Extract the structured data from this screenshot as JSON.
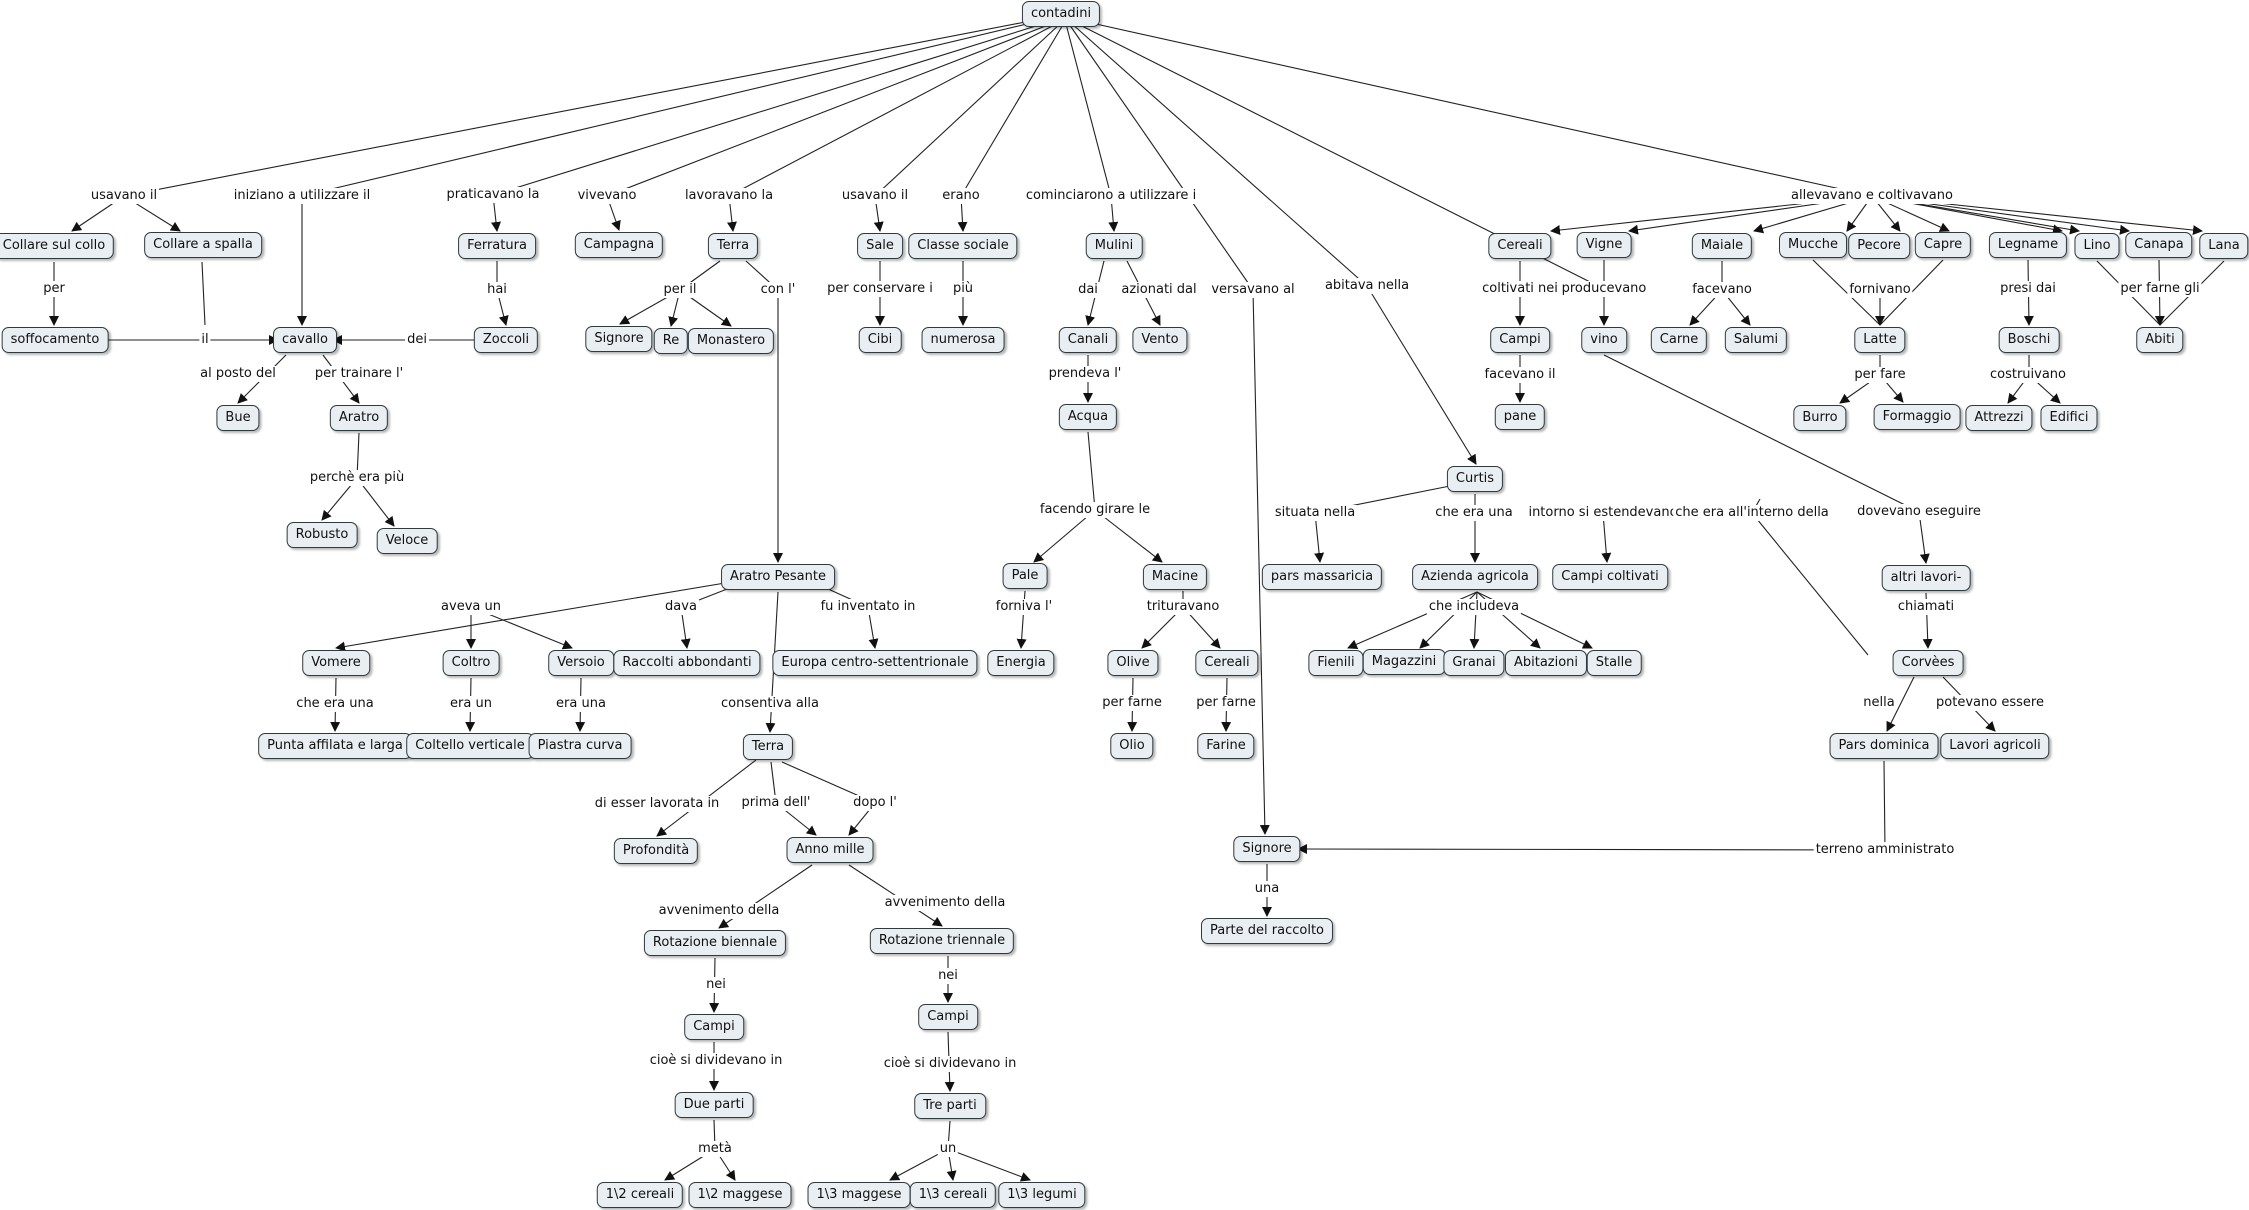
{
  "nodes": {
    "contadini": "contadini",
    "collare_collo": "Collare sul collo",
    "collare_spalla": "Collare a spalla",
    "soffocamento": "soffocamento",
    "cavallo": "cavallo",
    "bue": "Bue",
    "aratro": "Aratro",
    "robusto": "Robusto",
    "veloce": "Veloce",
    "ferratura": "Ferratura",
    "zoccoli": "Zoccoli",
    "campagna": "Campagna",
    "terra1": "Terra",
    "signore1": "Signore",
    "re": "Re",
    "monastero": "Monastero",
    "sale": "Sale",
    "cibi": "Cibi",
    "classe": "Classe sociale",
    "numerosa": "numerosa",
    "mulini": "Mulini",
    "canali": "Canali",
    "vento": "Vento",
    "acqua": "Acqua",
    "pale": "Pale",
    "energia": "Energia",
    "macine": "Macine",
    "olive": "Olive",
    "olio": "Olio",
    "cereali2": "Cereali",
    "farine": "Farine",
    "aratro_pesante": "Aratro Pesante",
    "vomere": "Vomere",
    "punta": "Punta affilata e larga",
    "coltro": "Coltro",
    "coltello": "Coltello verticale",
    "versoio": "Versoio",
    "piastra": "Piastra curva",
    "raccolti": "Raccolti abbondanti",
    "europa": "Europa centro-settentrionale",
    "terra2": "Terra",
    "profondita": "Profondità",
    "anno_mille": "Anno mille",
    "rot_biennale": "Rotazione biennale",
    "campi_b": "Campi",
    "due_parti": "Due parti",
    "cereali_12": "1\\2 cereali",
    "maggese_12": "1\\2 maggese",
    "rot_triennale": "Rotazione triennale",
    "campi_t": "Campi",
    "tre_parti": "Tre parti",
    "maggese_13": "1\\3 maggese",
    "cereali_13": "1\\3 cereali",
    "legumi_13": "1\\3 legumi",
    "signore2": "Signore",
    "parte_raccolto": "Parte del raccolto",
    "curtis": "Curtis",
    "pars_massaricia": "pars massaricia",
    "azienda": "Azienda agricola",
    "fienili": "Fienili",
    "magazzini": "Magazzini",
    "granai": "Granai",
    "abitazioni": "Abitazioni",
    "stalle": "Stalle",
    "campi_coltivati": "Campi coltivati",
    "altri_lavori": "altri lavori-",
    "corvees": "Corvèes",
    "pars_dominica": "Pars dominica",
    "lavori_agricoli": "Lavori agricoli",
    "cereali1": "Cereali",
    "campi1": "Campi",
    "pane": "pane",
    "vigne": "Vigne",
    "vino": "vino",
    "maiale": "Maiale",
    "carne": "Carne",
    "salumi": "Salumi",
    "mucche": "Mucche",
    "pecore": "Pecore",
    "capre": "Capre",
    "latte": "Latte",
    "burro": "Burro",
    "formaggio": "Formaggio",
    "legname": "Legname",
    "boschi": "Boschi",
    "attrezzi": "Attrezzi",
    "edifici": "Edifici",
    "lino": "Lino",
    "canapa": "Canapa",
    "lana": "Lana",
    "abiti": "Abiti"
  },
  "links": {
    "usavano_il_1": "usavano il",
    "per": "per",
    "il": "il",
    "iniziano": "iniziano a utilizzare il",
    "al_posto_del": "al posto del",
    "per_trainare": "per trainare l'",
    "perche": "perchè era più",
    "praticavano": "praticavano la",
    "hai": "hai",
    "dei": "dei",
    "vivevano": "vivevano",
    "lavoravano": "lavoravano la",
    "per_il": "per il",
    "con_l": "con l'",
    "usavano_il_2": "usavano il",
    "per_conservare": "per conservare i",
    "erano": "erano",
    "piu": "più",
    "cominciarono": "cominciarono a utilizzare i",
    "dai": "dai",
    "azionati": "azionati dal",
    "prendeva": "prendeva l'",
    "facendo": "facendo girare le",
    "forniva": "forniva l'",
    "trituravano": "trituravano",
    "per_farne_1": "per farne",
    "per_farne_2": "per farne",
    "aveva_un": "aveva un",
    "che_era_una_1": "che era una",
    "era_un": "era un",
    "era_una": "era una",
    "dava": "dava",
    "fu_inventato": "fu inventato in",
    "consentiva": "consentiva alla",
    "di_esser": "di esser lavorata in",
    "prima": "prima dell'",
    "dopo": "dopo l'",
    "avv_1": "avvenimento della",
    "avv_2": "avvenimento della",
    "nei_1": "nei",
    "nei_2": "nei",
    "cioe_1": "cioè si dividevano in",
    "cioe_2": "cioè si dividevano in",
    "meta": "metà",
    "un": "un",
    "versavano": "versavano al",
    "una": "una",
    "abitava": "abitava nella",
    "situata": "situata nella",
    "che_era_una_2": "che era una",
    "che_includeva": "che includeva",
    "intorno": "intorno si estendevano",
    "che_interno": "che era all'interno della",
    "dovevano": "dovevano eseguire",
    "chiamati": "chiamati",
    "nella": "nella",
    "potevano": "potevano essere",
    "terreno": "terreno amministrato",
    "allevavano": "allevavano e coltivavano",
    "coltivati": "coltivati nei",
    "facevano_il": "facevano il",
    "producevano": "producevano",
    "facevano": "facevano",
    "fornivano": "fornivano",
    "per_fare": "per fare",
    "presi": "presi dai",
    "costruivano": "costruivano",
    "per_farne_gli": "per farne gli"
  }
}
